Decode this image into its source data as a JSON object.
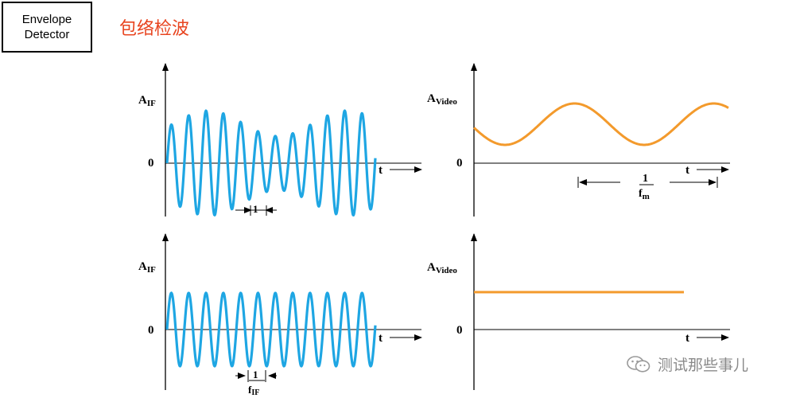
{
  "box": {
    "line1": "Envelope",
    "line2": "Detector"
  },
  "title": "包络检波",
  "colors": {
    "wave": "#1ea6e3",
    "video": "#f39a2c",
    "axis": "#000000",
    "title": "#e8441f"
  },
  "panels": {
    "top_left": {
      "ylabel": "A",
      "ysub": "IF",
      "zero": "0",
      "tlabel": "t",
      "period_num": "1",
      "period_den": ""
    },
    "top_right": {
      "ylabel": "A",
      "ysub": "Video",
      "zero": "0",
      "tlabel": "t",
      "period_num": "1",
      "period_den": "f",
      "period_sub": "m"
    },
    "bottom_left": {
      "ylabel": "A",
      "ysub": "IF",
      "zero": "0",
      "tlabel": "t",
      "period_num": "1",
      "period_den": "f",
      "period_sub": "IF"
    },
    "bottom_right": {
      "ylabel": "A",
      "ysub": "Video",
      "zero": "0",
      "tlabel": "t"
    }
  },
  "watermark": {
    "text": "测试那些事儿",
    "icon": "wechat-icon"
  }
}
